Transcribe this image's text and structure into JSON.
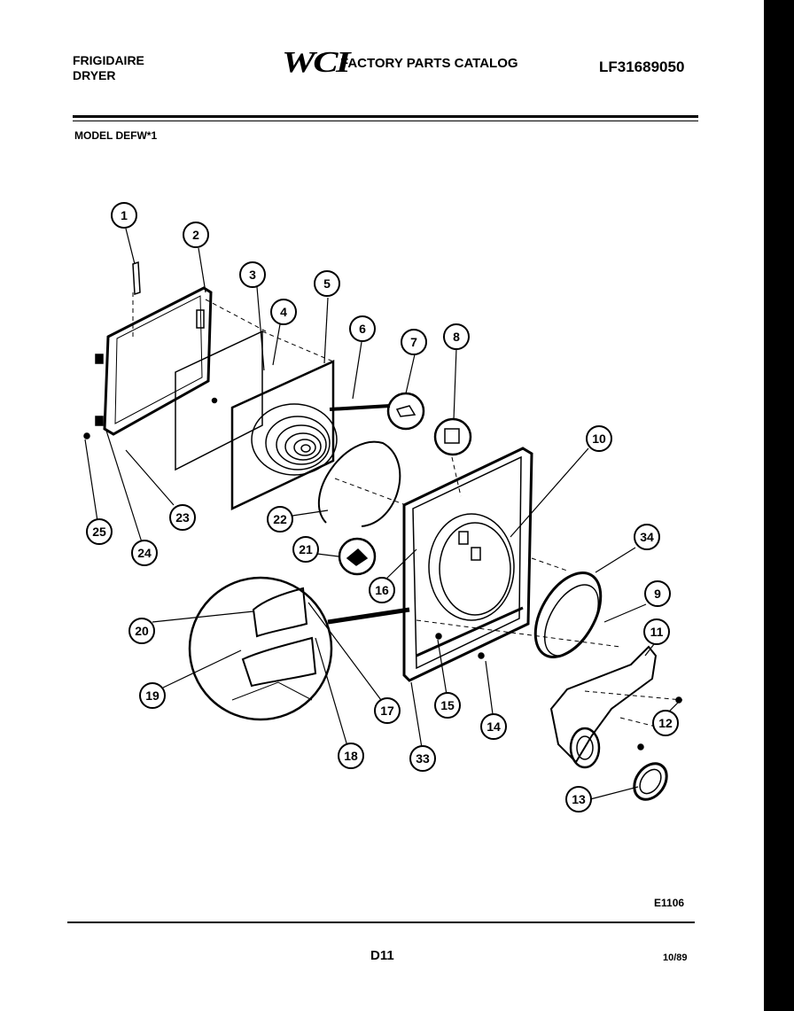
{
  "header": {
    "brand_line1": "FRIGIDAIRE",
    "brand_line2": "DRYER",
    "logo_text": "WCI",
    "catalog_title": "FACTORY PARTS CATALOG",
    "part_number": "LF31689050",
    "model": "MODEL DEFW*1"
  },
  "diagram": {
    "callouts": [
      "1",
      "2",
      "3",
      "4",
      "5",
      "6",
      "7",
      "8",
      "10",
      "34",
      "9",
      "11",
      "12",
      "13",
      "14",
      "15",
      "33",
      "18",
      "17",
      "19",
      "20",
      "16",
      "21",
      "22",
      "23",
      "24",
      "25"
    ]
  },
  "footer": {
    "illustration_code": "E1106",
    "page_code": "D11",
    "date": "10/89"
  }
}
